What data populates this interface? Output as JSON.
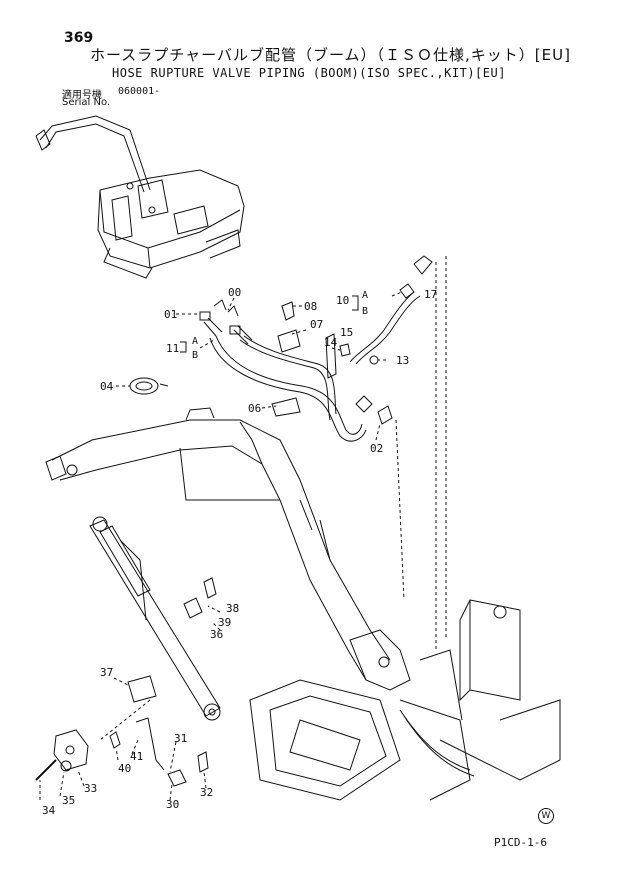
{
  "header": {
    "page_number": "369",
    "title_ja": "ホースラプチャーバルブ配管（ブーム）（ＩＳＯ仕様,キット）[EU]",
    "title_en": "HOSE RUPTURE VALVE PIPING (BOOM)(ISO SPEC.,KIT)[EU]",
    "serial_label_ja": "適用号機",
    "serial_label_en": "Serial No.",
    "serial_value": "060001-"
  },
  "callouts": {
    "c01": "01",
    "c00": "00",
    "c08": "08",
    "c07": "07",
    "c10": "10",
    "c17": "17",
    "c11": "11",
    "c14": "14",
    "c15": "15",
    "c13": "13",
    "c04": "04",
    "c06": "06",
    "c02": "02",
    "c38": "38",
    "c39": "39",
    "c36": "36",
    "c37": "37",
    "c31": "31",
    "c41": "41",
    "c40": "40",
    "c33": "33",
    "c35": "35",
    "c34": "34",
    "c30": "30",
    "c32": "32",
    "a1": "A",
    "b1": "B",
    "a2": "A",
    "b2": "B"
  },
  "footer": {
    "doc_code": "P1CD-1-6",
    "mark": "W"
  }
}
